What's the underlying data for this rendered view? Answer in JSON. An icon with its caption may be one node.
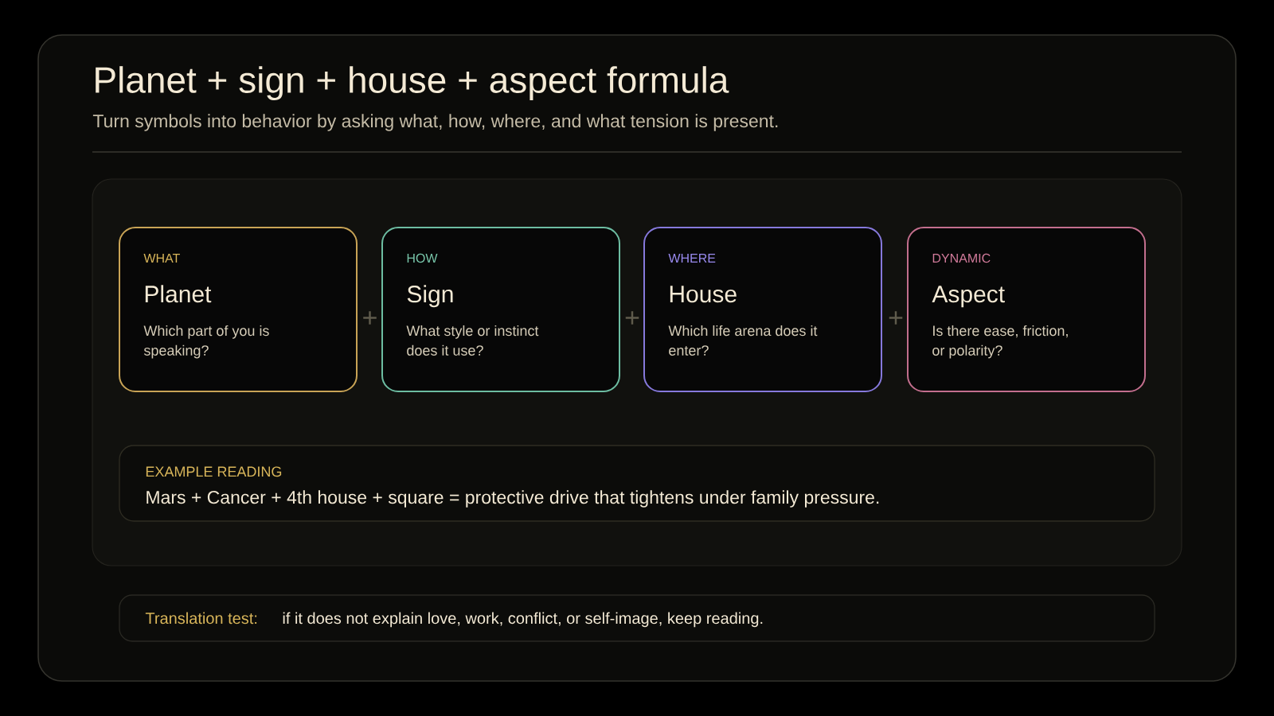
{
  "diagram": {
    "title": "Planet + sign + house + aspect formula",
    "nodes": [
      {
        "text": [],
        "shape": "box"
      },
      {
        "text": [
          "WHAT",
          "Planet",
          "Which part of you is speaking?"
        ],
        "in": 0
      },
      {
        "text": [
          "HOW",
          "Sign",
          "What style or instinct does it use?"
        ],
        "in": 0
      },
      {
        "text": [
          "WHERE",
          "House",
          "Which life arena does it enter?"
        ],
        "in": 0
      },
      {
        "text": [
          "DYNAMIC",
          "Aspect",
          "Is there ease, friction, or polarity?"
        ],
        "in": 0
      },
      {
        "text": [
          "EXAMPLE READING",
          "Mars + Cancer + 4th house + square = protective drive that tightens under family pressure."
        ],
        "in": 0
      },
      {
        "text": [
          "Translation test:",
          "if it does not explain love, work, conflict, or self-image, keep reading."
        ]
      }
    ],
    "labels": [
      "Turn symbols into behavior by asking what, how, where, and what tension is present.",
      "+",
      "+",
      "+"
    ]
  }
}
